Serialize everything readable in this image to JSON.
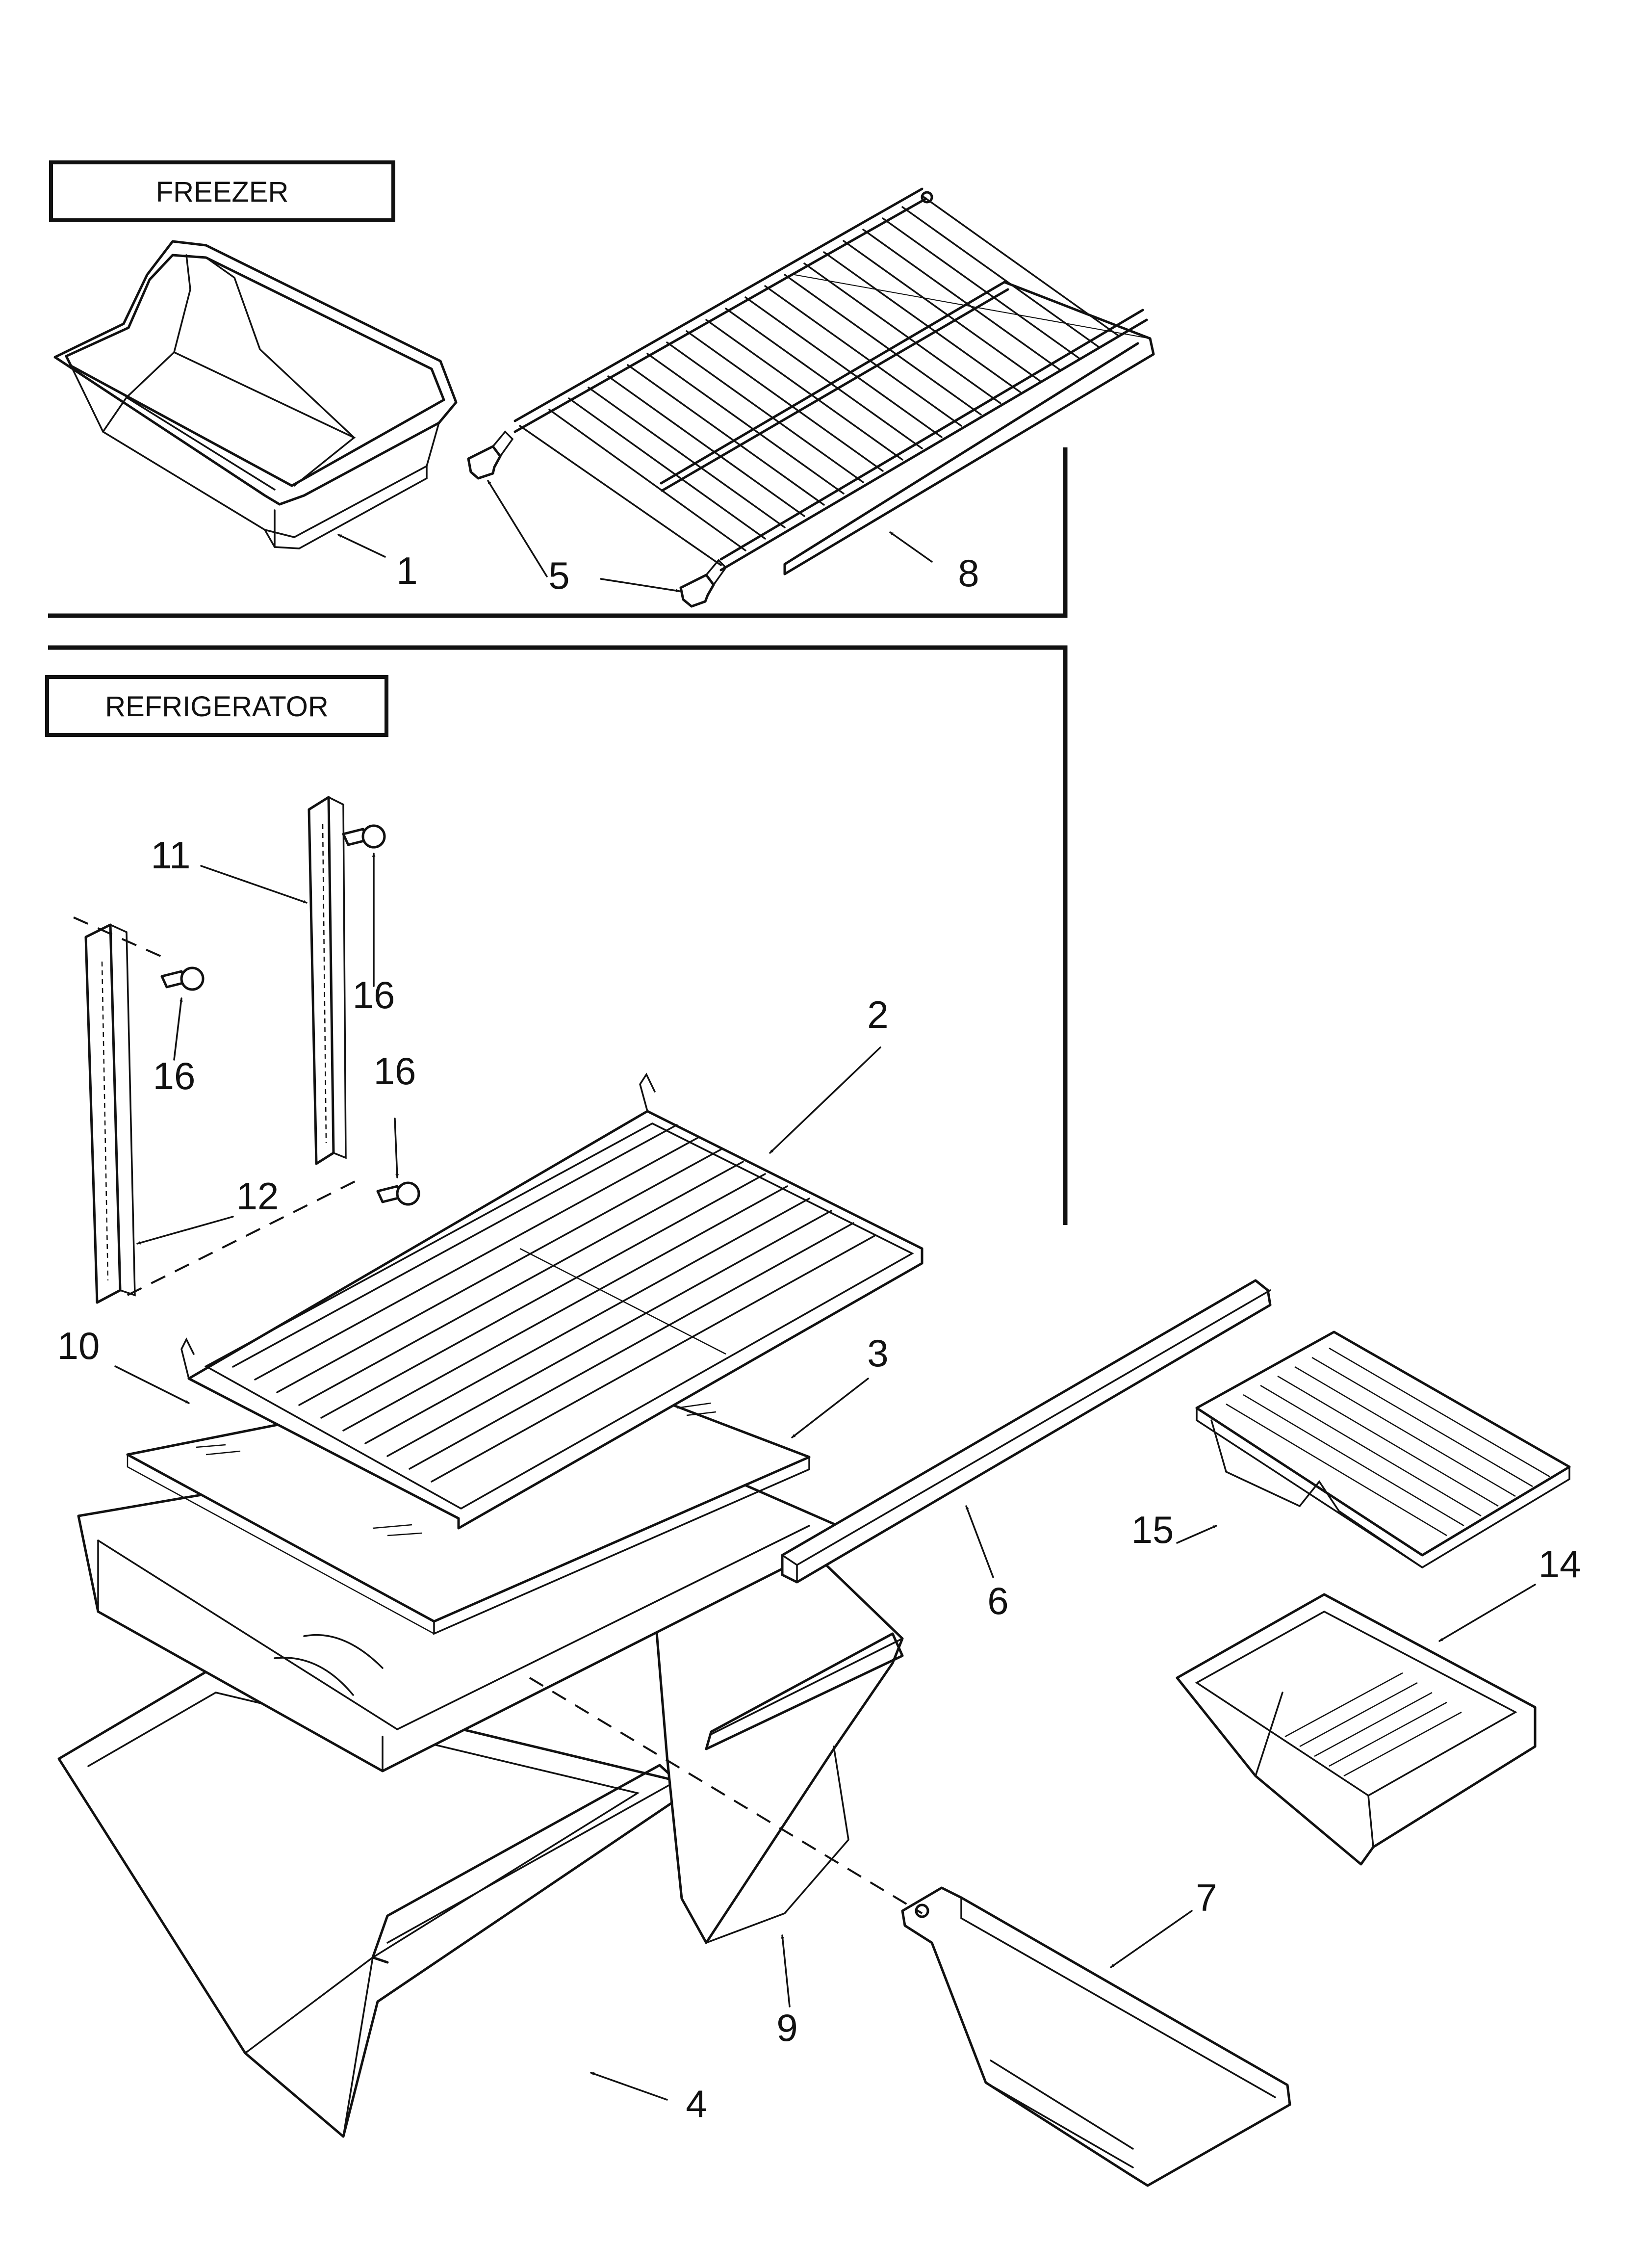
{
  "sections": {
    "freezer": "FREEZER",
    "refrigerator": "REFRIGERATOR"
  },
  "callouts": {
    "c1": "1",
    "c2": "2",
    "c3": "3",
    "c4": "4",
    "c5": "5",
    "c6": "6",
    "c7": "7",
    "c8": "8",
    "c9": "9",
    "c10": "10",
    "c11": "11",
    "c12": "12",
    "c14": "14",
    "c15": "15",
    "c16a": "16",
    "c16b": "16",
    "c16c": "16"
  }
}
